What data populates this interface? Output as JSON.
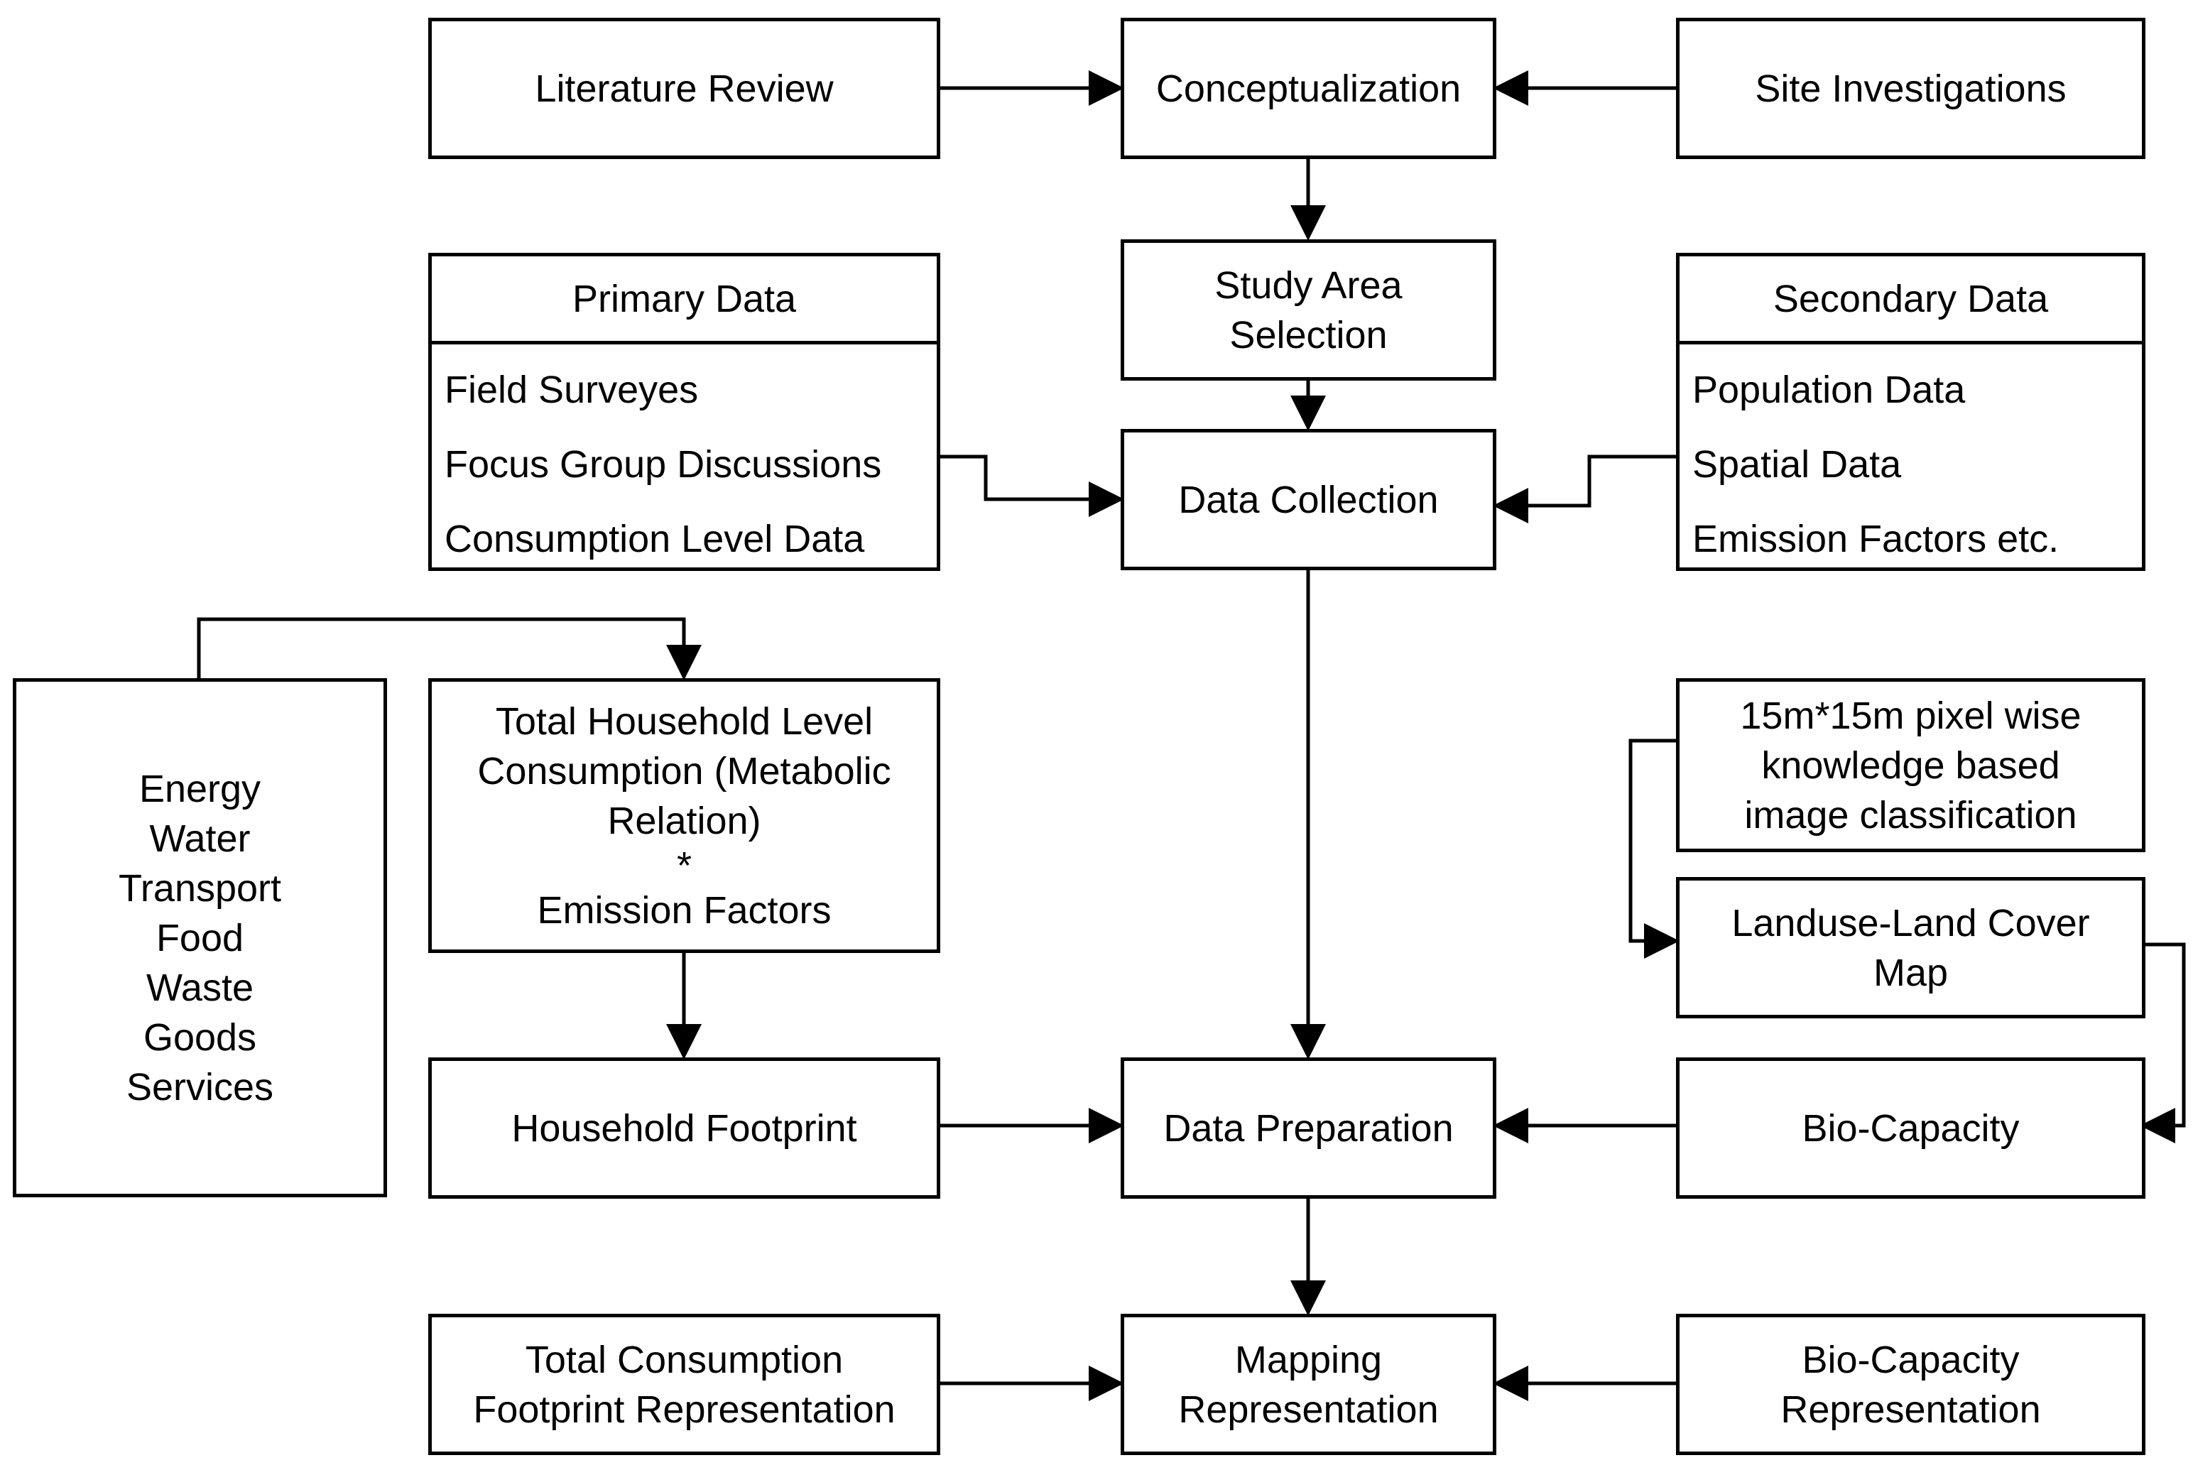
{
  "nodes": {
    "literature_review": "Literature Review",
    "conceptualization": "Conceptualization",
    "site_investigations": "Site Investigations",
    "study_area_selection": [
      "Study Area",
      "Selection"
    ],
    "primary_data": {
      "title": "Primary Data",
      "items": [
        "Field Surveyes",
        "Focus Group Discussions",
        "Consumption Level Data"
      ]
    },
    "data_collection": "Data Collection",
    "secondary_data": {
      "title": "Secondary Data",
      "items": [
        "Population Data",
        "Spatial Data",
        "Emission Factors etc."
      ]
    },
    "categories": [
      "Energy",
      "Water",
      "Transport",
      "Food",
      "Waste",
      "Goods",
      "Services"
    ],
    "total_household": [
      "Total Household Level",
      "Consumption (Metabolic",
      "Relation)",
      "*",
      "Emission Factors"
    ],
    "pixel_classification": [
      "15m*15m pixel wise",
      "knowledge based",
      "image classification"
    ],
    "landuse_map": [
      "Landuse-Land Cover",
      "Map"
    ],
    "household_footprint": "Household Footprint",
    "data_preparation": "Data Preparation",
    "bio_capacity": "Bio-Capacity",
    "total_consumption_rep": [
      "Total Consumption",
      "Footprint Representation"
    ],
    "mapping_representation": [
      "Mapping",
      "Representation"
    ],
    "bio_capacity_rep": [
      "Bio-Capacity",
      "Representation"
    ]
  },
  "edges": [
    [
      "literature_review",
      "conceptualization"
    ],
    [
      "site_investigations",
      "conceptualization"
    ],
    [
      "conceptualization",
      "study_area_selection"
    ],
    [
      "study_area_selection",
      "data_collection"
    ],
    [
      "primary_data",
      "data_collection"
    ],
    [
      "secondary_data",
      "data_collection"
    ],
    [
      "data_collection",
      "data_preparation"
    ],
    [
      "categories",
      "total_household"
    ],
    [
      "total_household",
      "household_footprint"
    ],
    [
      "household_footprint",
      "data_preparation"
    ],
    [
      "pixel_classification",
      "landuse_map"
    ],
    [
      "landuse_map",
      "bio_capacity"
    ],
    [
      "bio_capacity",
      "data_preparation"
    ],
    [
      "data_preparation",
      "mapping_representation"
    ],
    [
      "total_consumption_rep",
      "mapping_representation"
    ],
    [
      "bio_capacity_rep",
      "mapping_representation"
    ]
  ]
}
